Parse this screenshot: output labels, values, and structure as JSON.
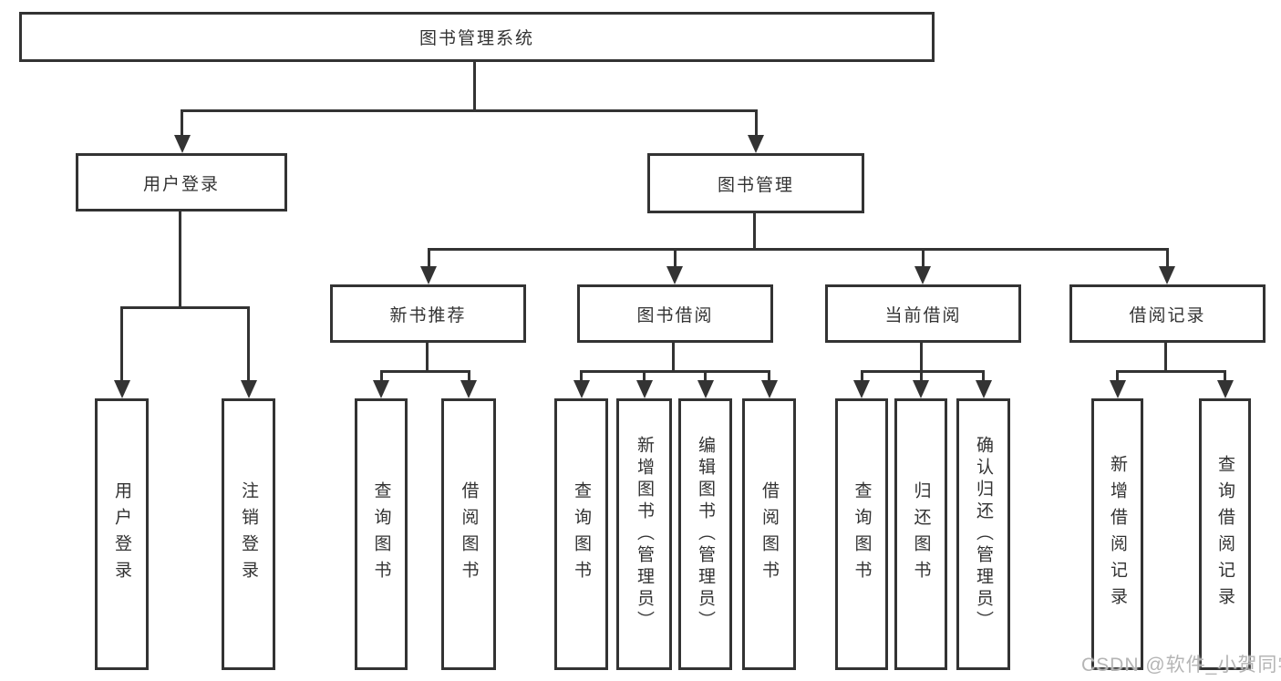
{
  "tree": {
    "root": {
      "label": "图书管理系统"
    },
    "branches": [
      {
        "label": "用户登录",
        "children": [
          {
            "label": "用户登录"
          },
          {
            "label": "注销登录"
          }
        ]
      },
      {
        "label": "图书管理",
        "children": [
          {
            "label": "新书推荐",
            "children": [
              {
                "label": "查询图书"
              },
              {
                "label": "借阅图书"
              }
            ]
          },
          {
            "label": "图书借阅",
            "children": [
              {
                "label": "查询图书"
              },
              {
                "label": "新增图书（管理员）"
              },
              {
                "label": "编辑图书（管理员）"
              },
              {
                "label": "借阅图书"
              }
            ]
          },
          {
            "label": "当前借阅",
            "children": [
              {
                "label": "查询图书"
              },
              {
                "label": "归还图书"
              },
              {
                "label": "确认归还（管理员）"
              }
            ]
          },
          {
            "label": "借阅记录",
            "children": [
              {
                "label": "新增借阅记录"
              },
              {
                "label": "查询借阅记录"
              }
            ]
          }
        ]
      }
    ]
  },
  "watermark": "CSDN @软件_小贺同学",
  "colors": {
    "line": "#333333",
    "box_border": "#333333",
    "box_fill": "#ffffff",
    "text": "#333333",
    "watermark": "#b5b5b5",
    "background": "#ffffff"
  }
}
